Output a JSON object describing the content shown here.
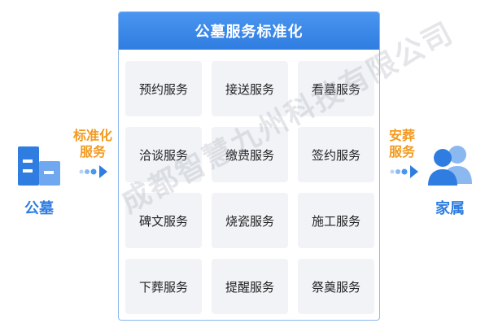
{
  "left_entity": {
    "label": "公墓",
    "icon": "building-icon"
  },
  "right_entity": {
    "label": "家属",
    "icon": "people-icon"
  },
  "connector_left": {
    "lines": [
      "标准化",
      "服务"
    ]
  },
  "connector_right": {
    "lines": [
      "安葬",
      "服务"
    ]
  },
  "panel": {
    "title": "公墓服务标准化",
    "services": [
      "预约服务",
      "接送服务",
      "看墓服务",
      "洽谈服务",
      "缴费服务",
      "签约服务",
      "碑文服务",
      "烧瓷服务",
      "施工服务",
      "下葬服务",
      "提醒服务",
      "祭奠服务"
    ]
  },
  "watermark": "成都智慧九州科技有限公司",
  "colors": {
    "primary": "#2f7de1",
    "accent": "#f39a1e",
    "cell_bg": "#f1f3f7",
    "border": "#8ab8ef"
  }
}
